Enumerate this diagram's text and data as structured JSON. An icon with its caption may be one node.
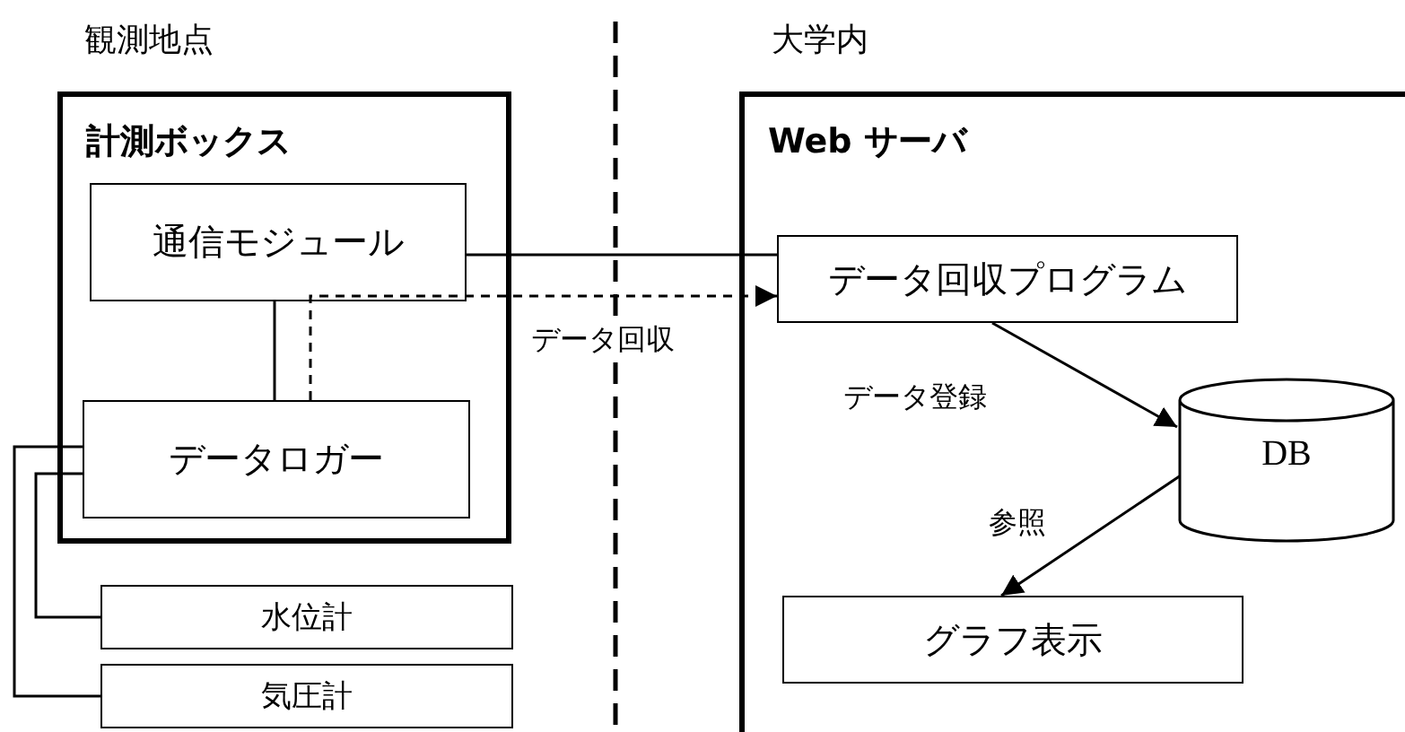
{
  "diagram": {
    "nodes": [
      {
        "text": [
          "計測ボックス"
        ]
      },
      {
        "text": [
          "通信モジュール"
        ],
        "in": 0
      },
      {
        "text": [
          "データロガー"
        ],
        "in": 0
      },
      {
        "text": [
          "水位計"
        ]
      },
      {
        "text": [
          "気圧計"
        ]
      },
      {
        "text": [
          "Web サーバ"
        ]
      },
      {
        "text": [
          "データ回収プログラム"
        ],
        "in": 5
      },
      {
        "text": [
          "DB"
        ],
        "in": 5
      },
      {
        "text": [
          "グラフ表示"
        ],
        "in": 5
      }
    ],
    "edges": [
      {
        "from": 1,
        "to": 2,
        "arrow": "none"
      },
      {
        "from": 1,
        "to": 6,
        "arrow": "none"
      },
      {
        "from": 2,
        "to": 6,
        "arrow": "to",
        "style": "dashed",
        "label": "データ回収"
      },
      {
        "from": 2,
        "to": 3,
        "arrow": "none"
      },
      {
        "from": 2,
        "to": 4,
        "arrow": "none"
      },
      {
        "from": 6,
        "to": 7,
        "arrow": "to",
        "label": "データ登録"
      },
      {
        "from": 7,
        "to": 8,
        "arrow": "to",
        "label": "参照"
      }
    ],
    "labels": [
      "観測地点",
      "大学内"
    ]
  }
}
